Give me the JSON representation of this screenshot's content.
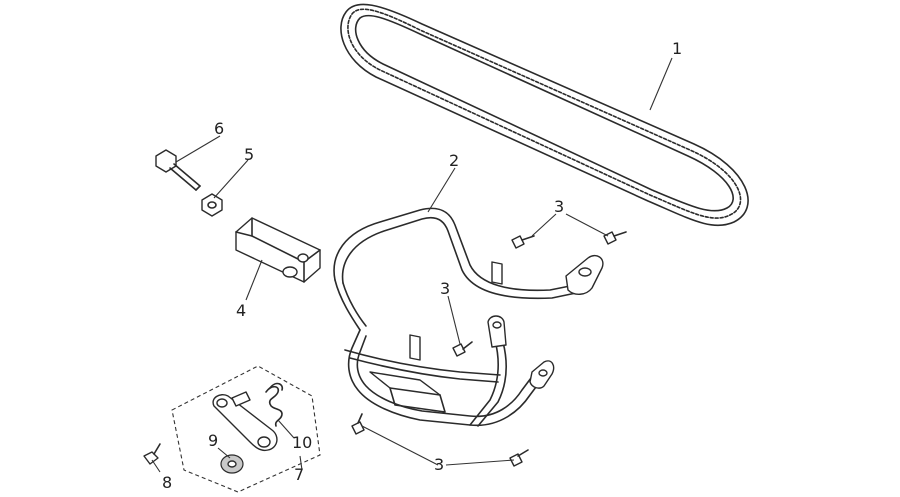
{
  "callouts": [
    {
      "id": "chain",
      "label": "1"
    },
    {
      "id": "guard",
      "label": "2"
    },
    {
      "id": "bolt-top-right",
      "label": "3"
    },
    {
      "id": "bolt-middle",
      "label": "3"
    },
    {
      "id": "bolt-bottom",
      "label": "3"
    },
    {
      "id": "bracket",
      "label": "4"
    },
    {
      "id": "nut",
      "label": "5"
    },
    {
      "id": "long-bolt",
      "label": "6"
    },
    {
      "id": "tensioner-assembly",
      "label": "7"
    },
    {
      "id": "small-bolt",
      "label": "8"
    },
    {
      "id": "roller",
      "label": "9"
    },
    {
      "id": "spring",
      "label": "10"
    }
  ]
}
